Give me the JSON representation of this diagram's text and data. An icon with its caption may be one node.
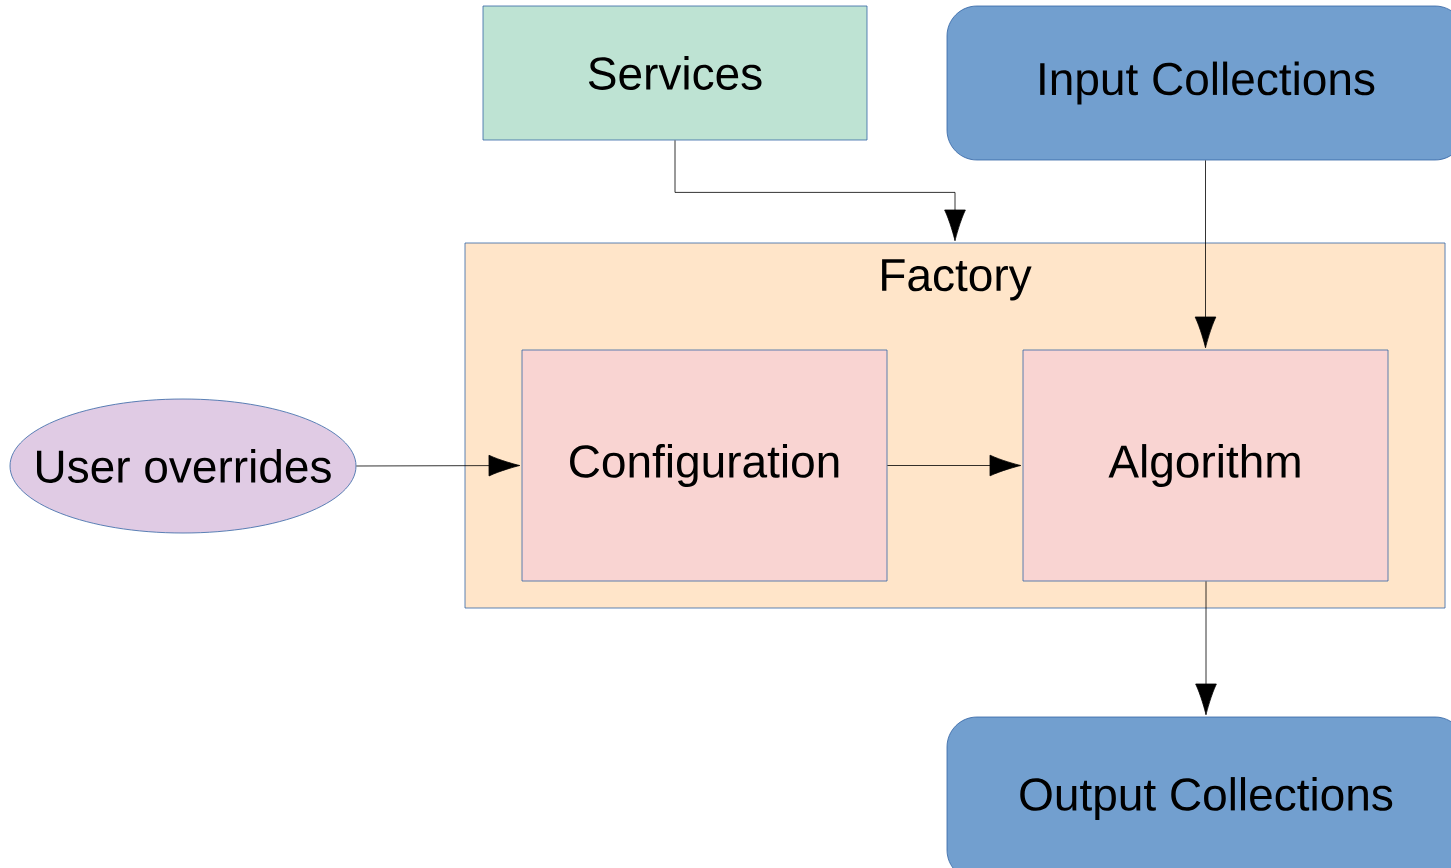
{
  "diagram": {
    "nodes": [
      {
        "text": [
          "Services"
        ]
      },
      {
        "text": [
          "Input Collections"
        ]
      },
      {
        "text": [
          "Factory"
        ]
      },
      {
        "text": [
          "User overrides"
        ]
      },
      {
        "text": [
          "Configuration"
        ],
        "in": 2
      },
      {
        "text": [
          "Algorithm"
        ],
        "in": 2
      },
      {
        "text": [
          "Output Collections"
        ]
      }
    ],
    "edges": [
      {
        "from": 0,
        "to": 2,
        "arrow": "to"
      },
      {
        "from": 1,
        "to": 5,
        "arrow": "to"
      },
      {
        "from": 3,
        "to": 4,
        "arrow": "to"
      },
      {
        "from": 4,
        "to": 5,
        "arrow": "to"
      },
      {
        "from": 5,
        "to": 6,
        "arrow": "to"
      }
    ]
  }
}
